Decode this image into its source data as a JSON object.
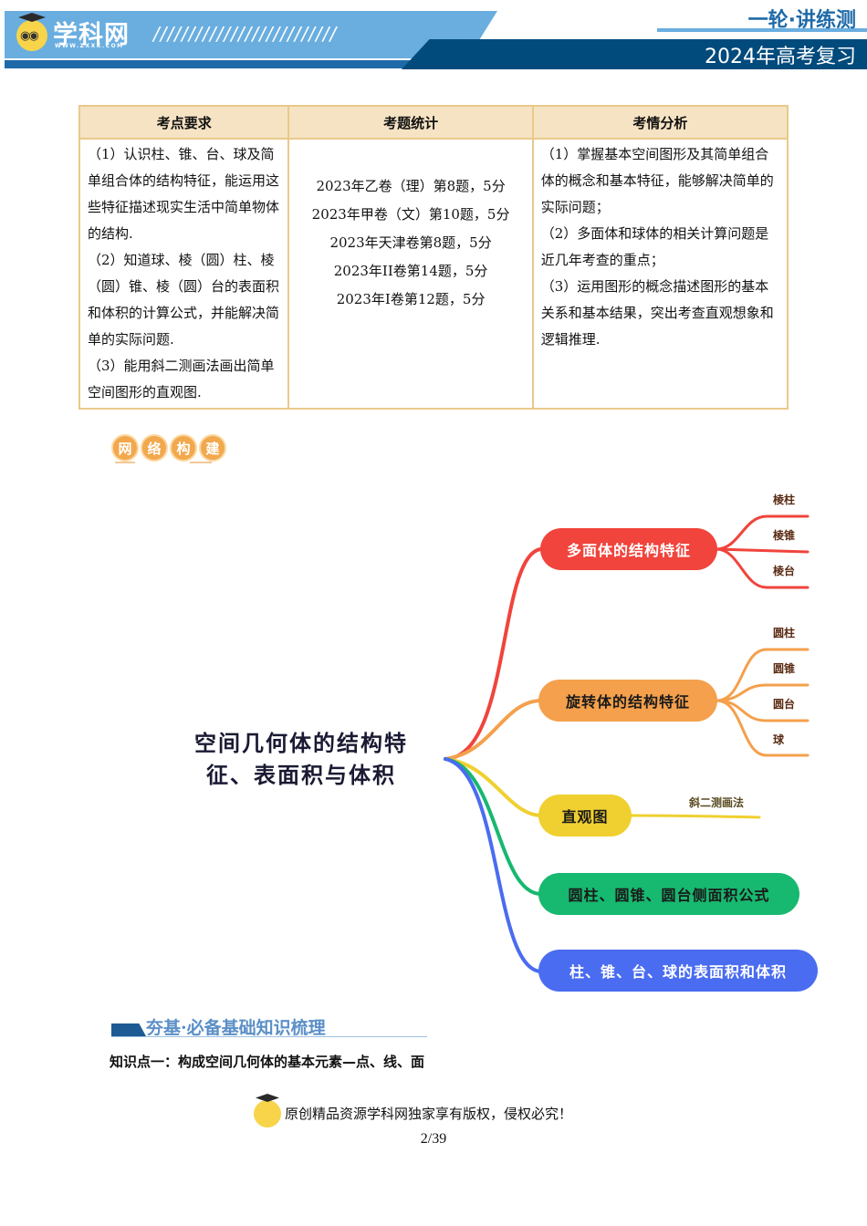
{
  "header": {
    "logo_text": "学科网",
    "logo_url": "WWW.ZXXK.COM",
    "slashes": "//////////////////////////",
    "series": "一轮·讲练测",
    "year_label": "2024年高考复习"
  },
  "table": {
    "headers": [
      "考点要求",
      "考题统计",
      "考情分析"
    ],
    "requirements": [
      "（1）认识柱、锥、台、球及简单组合体的结构特征，能运用这些特征描述现实生活中简单物体的结构.",
      "（2）知道球、棱（圆）柱、棱（圆）锥、棱（圆）台的表面积和体积的计算公式，并能解决简单的实际问题.",
      "（3）能用斜二测画法画出简单空间图形的直观图."
    ],
    "statistics": [
      "2023年乙卷（理）第8题，5分",
      "2023年甲卷（文）第10题，5分",
      "2023年天津卷第8题，5分",
      "2023年II卷第14题，5分",
      "2023年I卷第12题，5分"
    ],
    "analysis": [
      "（1）掌握基本空间图形及其简单组合体的概念和基本特征，能够解决简单的实际问题；",
      "（2）多面体和球体的相关计算问题是近几年考查的重点；",
      "（3）运用图形的概念描述图形的基本关系和基本结果，突出考查直观想象和逻辑推理."
    ]
  },
  "badge": [
    "网",
    "络",
    "构",
    "建"
  ],
  "mindmap": {
    "central": [
      "空间几何体的结构特",
      "征、表面积与体积"
    ],
    "branches": [
      {
        "label": "多面体的结构特征",
        "color": "#f0443c",
        "children": [
          "棱柱",
          "棱锥",
          "棱台"
        ]
      },
      {
        "label": "旋转体的结构特征",
        "color": "#f4a04c",
        "children": [
          "圆柱",
          "圆锥",
          "圆台",
          "球"
        ]
      },
      {
        "label": "直观图",
        "color": "#f0d030",
        "children": [
          "斜二测画法"
        ]
      },
      {
        "label": "圆柱、圆锥、圆台侧面积公式",
        "color": "#17b86f",
        "children": []
      },
      {
        "label": "柱、锥、台、球的表面积和体积",
        "color": "#4a6cf0",
        "children": []
      }
    ]
  },
  "section": {
    "title": "夯基·必备基础知识梳理",
    "knowledge_point": "知识点一：构成空间几何体的基本元素—点、线、面"
  },
  "footer": {
    "copyright": "原创精品资源学科网独家享有版权，侵权必究！",
    "page": "2/39"
  }
}
